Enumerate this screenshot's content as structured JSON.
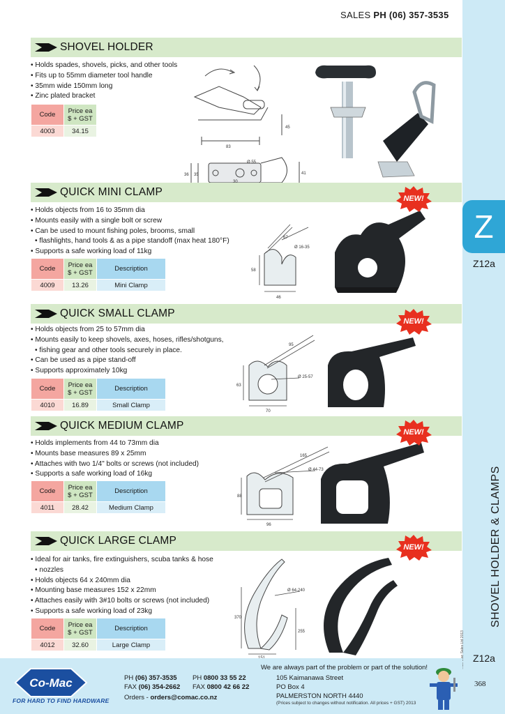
{
  "top_bar": {
    "sales_label": "SALES",
    "sales_phone": "PH (06) 357-3535"
  },
  "side": {
    "tab_letter": "Z",
    "page_code": "Z12a",
    "vertical_title": "SHOVEL HOLDER & CLAMPS",
    "page_code_bottom": "Z12a",
    "copyright": "©Co-Mac Sales Ltd 2013"
  },
  "badge_text": "NEW!",
  "table_headers": {
    "code": "Code",
    "price_line1": "Price ea",
    "price_line2": "$ + GST",
    "description": "Description"
  },
  "sections": [
    {
      "title": "SHOVEL HOLDER",
      "bullets": [
        "Holds spades, shovels, picks, and other tools",
        "Fits up to 55mm diameter tool handle",
        "35mm wide 150mm long",
        "Zinc plated bracket"
      ],
      "code": "4003",
      "price": "34.15",
      "description": "",
      "dims": [
        "83",
        "45",
        "35",
        "30",
        "41",
        "30",
        "Ø 55",
        "36"
      ]
    },
    {
      "title": "QUICK MINI CLAMP",
      "bullets": [
        "Holds objects from 16 to 35mm dia",
        "Mounts easily with a single bolt or screw",
        "Can be used to mount fishing poles, brooms, small",
        "flashlights, hand tools & as a pipe standoff (max heat 180°F)",
        "Supports a safe working load of 11kg"
      ],
      "code": "4009",
      "price": "13.26",
      "description": "Mini Clamp",
      "dims": [
        "67",
        "Ø 16-35",
        "58",
        "46"
      ]
    },
    {
      "title": "QUICK SMALL CLAMP",
      "bullets": [
        "Holds objects from 25 to 57mm dia",
        "Mounts easily to keep shovels, axes, hoses, rifles/shotguns,",
        "fishing gear and other tools securely in place.",
        "Can be used as a pipe stand-off",
        "Supports approximately 10kg"
      ],
      "code": "4010",
      "price": "16.89",
      "description": "Small Clamp",
      "dims": [
        "95",
        "Ø 25-57",
        "63",
        "70"
      ]
    },
    {
      "title": "QUICK MEDIUM CLAMP",
      "bullets": [
        "Holds implements from 44 to 73mm dia",
        "Mounts base measures 89 x 25mm",
        "Attaches with two 1/4\" bolts or screws (not included)",
        "Supports a safe working load of 16kg"
      ],
      "code": "4011",
      "price": "28.42",
      "description": "Medium Clamp",
      "dims": [
        "165",
        "Ø 44-73",
        "88",
        "96"
      ]
    },
    {
      "title": "QUICK LARGE CLAMP",
      "bullets": [
        "Ideal for air tanks, fire extinguishers, scuba tanks & hose",
        "nozzles",
        "Holds objects 64 x 240mm dia",
        "Mounting base measures 152 x 22mm",
        "Attaches easily with 3#10 bolts or screws (not included)",
        "Supports a safe working load of 23kg"
      ],
      "code": "4012",
      "price": "32.60",
      "description": "Large Clamp",
      "dims": [
        "370",
        "Ø 64-240",
        "255",
        "151"
      ]
    }
  ],
  "footer": {
    "slogan": "We are always part of the problem or part of the solution!",
    "logo_text": "Co-Mac",
    "logo_tagline": "FOR HARD TO FIND HARDWARE",
    "ph_label": "PH",
    "ph_value": "(06) 357-3535",
    "ph2_label": "PH",
    "ph2_value": "0800 33 55 22",
    "fax_label": "FAX",
    "fax_value": "(06) 354-2662",
    "fax2_label": "FAX",
    "fax2_value": "0800 42 66 22",
    "orders_label": "Orders -",
    "orders_value": "orders@comac.co.nz",
    "address1": "105 Kaimanawa Street",
    "address2": "PO Box 4",
    "address3": "PALMERSTON NORTH 4440",
    "fine_print": "(Prices subject to changes without notification. All prices + GST) 2013",
    "page_number": "368"
  }
}
